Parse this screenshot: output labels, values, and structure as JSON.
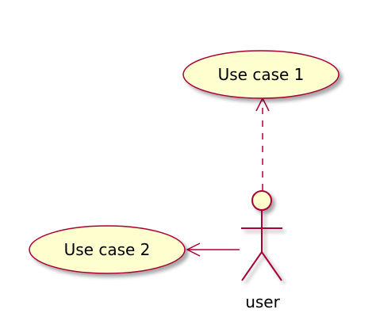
{
  "colors": {
    "background": "#ffffff",
    "usecase_fill": "#fefece",
    "border": "#a80036",
    "shadow": "#c9c9c9",
    "text": "#000000"
  },
  "diagram": {
    "use_cases": [
      {
        "id": "uc1",
        "label": "Use case 1"
      },
      {
        "id": "uc2",
        "label": "Use case 2"
      }
    ],
    "actors": [
      {
        "id": "user",
        "label": "user"
      }
    ],
    "relations": [
      {
        "from": "user",
        "to": "uc1",
        "style": "dashed",
        "arrow": "open"
      },
      {
        "from": "user",
        "to": "uc2",
        "style": "solid",
        "arrow": "open"
      }
    ]
  }
}
